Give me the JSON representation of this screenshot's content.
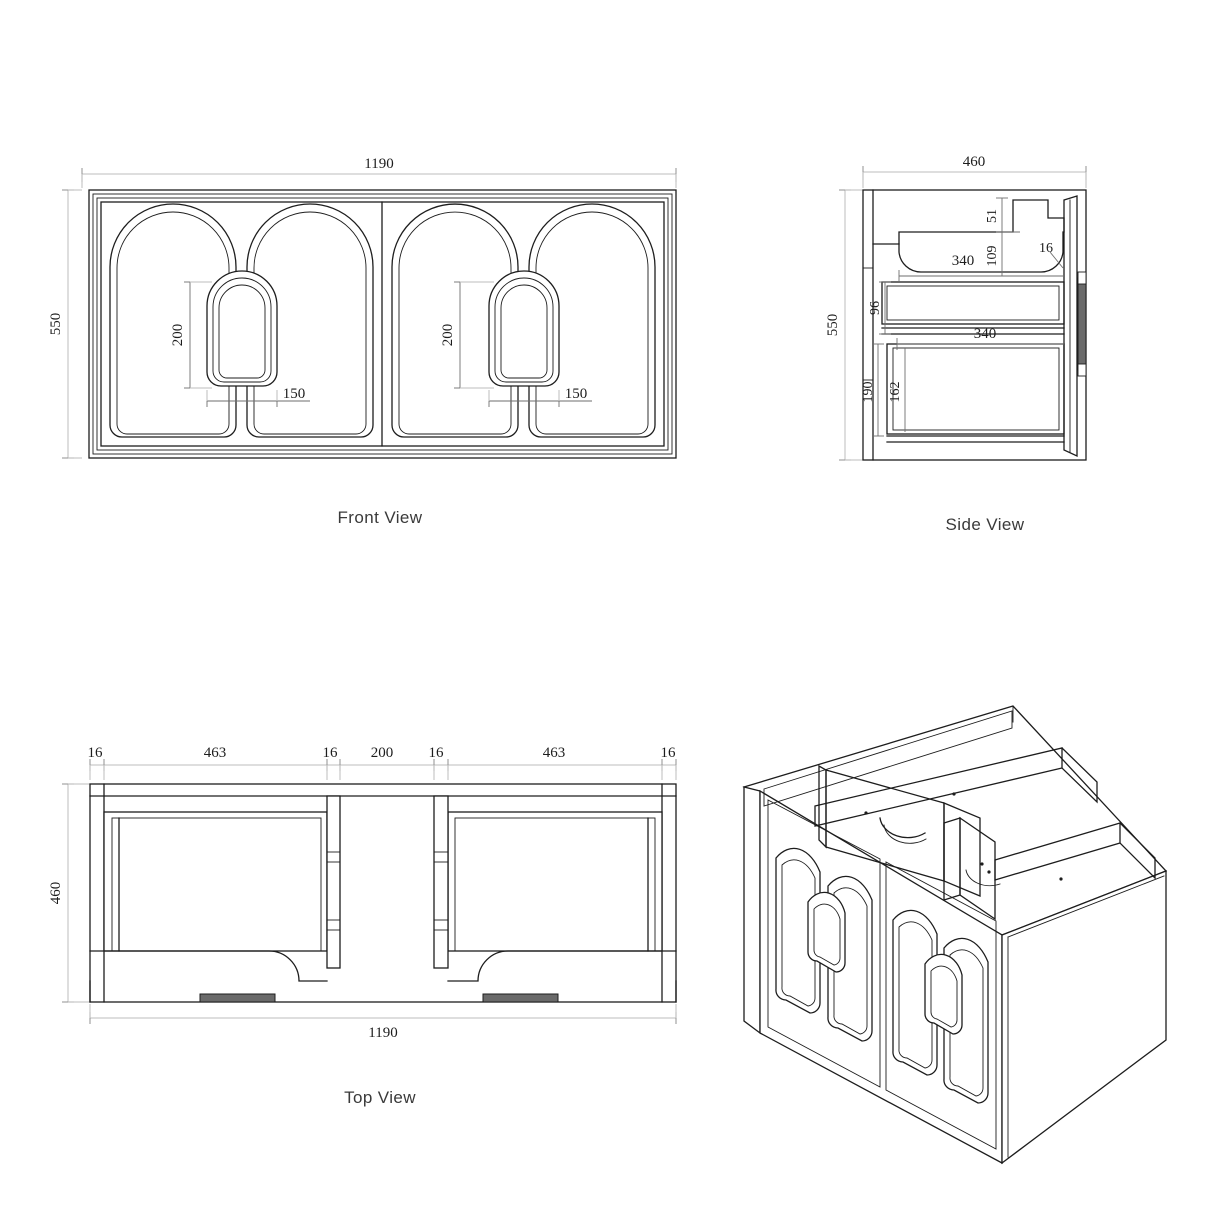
{
  "drawing": {
    "title": "Vanity Cabinet Technical Drawing",
    "background_color": "#ffffff",
    "line_color": "#1d1d1d",
    "dimension_line_color": "#bdbdbd",
    "dimension_text_color": "#1d1d1d",
    "units": "mm"
  },
  "views": [
    {
      "id": "front",
      "label": "Front View",
      "description": "Two-door cabinet front with four arch panels and two arched handles"
    },
    {
      "id": "side",
      "label": "Side View",
      "description": "Section through cabinet showing two drawers and basin cutout"
    },
    {
      "id": "top",
      "label": "Top View",
      "description": "Plan showing two drawer boxes and central 200 mm gap"
    },
    {
      "id": "iso",
      "label": "",
      "description": "Isometric view of the open carcass with arch-decorated fronts"
    }
  ],
  "labels": {
    "front_view": "Front View",
    "side_view": "Side View",
    "top_view": "Top View"
  },
  "dimensions": {
    "front": {
      "overall_width": "1190",
      "overall_height": "550",
      "handle_height_left": "200",
      "handle_width_left": "150",
      "handle_height_right": "200",
      "handle_width_right": "150"
    },
    "side": {
      "depth": "460",
      "height": "550",
      "basin_rim_to_top": "51",
      "basin_depth": "109",
      "panel_thickness": "16",
      "upper_drawer_width": "340",
      "upper_drawer_height": "96",
      "lower_drawer_width": "340",
      "lower_drawer_height": "190",
      "lower_drawer_inner_height": "162"
    },
    "top": {
      "left_side_panel": "16",
      "left_drawer_width": "463",
      "left_divider": "16",
      "center_gap": "200",
      "right_divider": "16",
      "right_drawer_width": "463",
      "right_side_panel": "16",
      "depth": "460",
      "overall_width": "1190"
    }
  }
}
